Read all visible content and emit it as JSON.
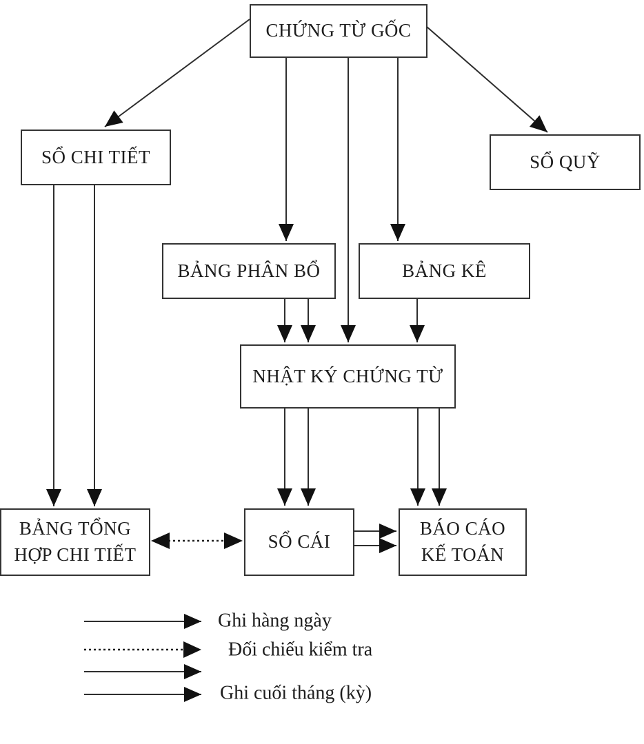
{
  "boxes": {
    "chung_tu_goc": {
      "label": "CHỨNG TỪ GỐC"
    },
    "so_chi_tiet": {
      "label": "SỔ CHI TIẾT"
    },
    "so_quy": {
      "label": "SỔ QUỸ"
    },
    "bang_phan_bo": {
      "label": "BẢNG PHÂN BỔ"
    },
    "bang_ke": {
      "label": "BẢNG KÊ"
    },
    "nhat_ky_chung_tu": {
      "label": "NHẬT KÝ CHỨNG TỪ"
    },
    "bang_tong_hop_chi_tiet": {
      "line1": "BẢNG TỔNG",
      "line2": "HỢP CHI TIẾT"
    },
    "so_cai": {
      "label": "SỔ CÁI"
    },
    "bao_cao_ke_toan": {
      "line1": "BÁO CÁO",
      "line2": "KẾ TOÁN"
    }
  },
  "edges": [
    {
      "from": "chung_tu_goc",
      "to": "so_chi_tiet",
      "style": "solid-single"
    },
    {
      "from": "chung_tu_goc",
      "to": "so_quy",
      "style": "solid-single"
    },
    {
      "from": "chung_tu_goc",
      "to": "bang_phan_bo",
      "style": "solid-single"
    },
    {
      "from": "chung_tu_goc",
      "to": "nhat_ky_chung_tu",
      "style": "solid-single"
    },
    {
      "from": "chung_tu_goc",
      "to": "bang_ke",
      "style": "solid-single"
    },
    {
      "from": "so_chi_tiet",
      "to": "bang_tong_hop_chi_tiet",
      "style": "solid-double"
    },
    {
      "from": "bang_phan_bo",
      "to": "nhat_ky_chung_tu",
      "style": "solid-double"
    },
    {
      "from": "bang_ke",
      "to": "nhat_ky_chung_tu",
      "style": "solid-single"
    },
    {
      "from": "nhat_ky_chung_tu",
      "to": "so_cai",
      "style": "solid-double"
    },
    {
      "from": "nhat_ky_chung_tu",
      "to": "bao_cao_ke_toan",
      "style": "solid-double"
    },
    {
      "from": "bang_tong_hop_chi_tiet",
      "to": "so_cai",
      "style": "dotted-double-headed"
    },
    {
      "from": "so_cai",
      "to": "bao_cao_ke_toan",
      "style": "solid-double"
    }
  ],
  "legend": {
    "items": [
      {
        "arrow": "solid-single",
        "label": "Ghi hàng ngày"
      },
      {
        "arrow": "dotted-single",
        "label": "Đối chiếu kiểm tra"
      },
      {
        "arrow": "solid-double",
        "label": "Ghi cuối tháng (kỳ)"
      }
    ]
  },
  "colors": {
    "background": "#ffffff",
    "line": "#2e2e2e",
    "box_border": "#333333",
    "text": "#1d1d1d"
  }
}
